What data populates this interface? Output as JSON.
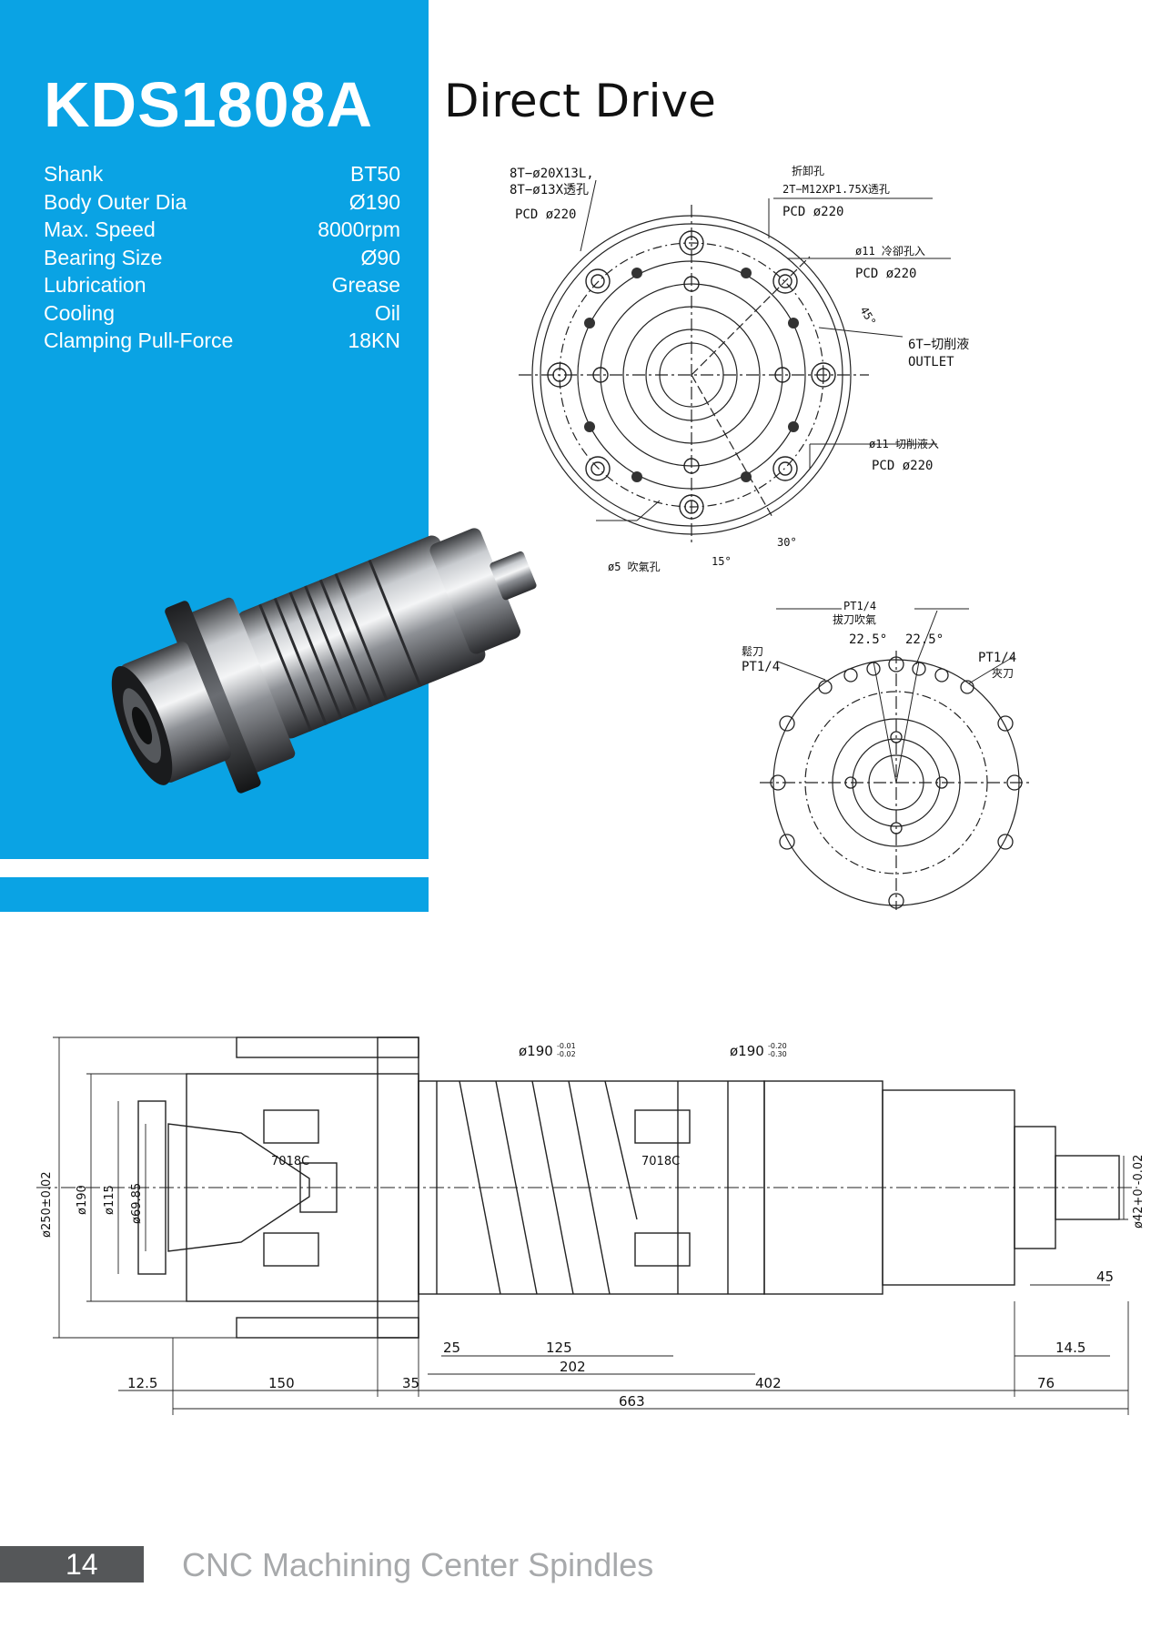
{
  "header": {
    "model": "KDS1808A",
    "subtitle": "Direct Drive"
  },
  "specs": [
    {
      "label": "Shank",
      "value": "BT50"
    },
    {
      "label": "Body Outer Dia",
      "value": "Ø190"
    },
    {
      "label": "Max. Speed",
      "value": "8000rpm"
    },
    {
      "label": "Bearing Size",
      "value": "Ø90"
    },
    {
      "label": "Lubrication",
      "value": "Grease"
    },
    {
      "label": "Cooling",
      "value": "Oil"
    },
    {
      "label": "Clamping Pull-Force",
      "value": "18KN"
    }
  ],
  "front_view": {
    "callout_holes_1": "8T−ø20X13L,",
    "callout_holes_2": "8T−ø13X透孔",
    "callout_pcd_a": "PCD ø220",
    "callout_disassembly_title": "折卸孔",
    "callout_disassembly": "2T−M12XP1.75X透孔",
    "callout_pcd_b": "PCD ø220",
    "callout_coolant_in": "ø11 冷卻孔入",
    "callout_pcd_c": "PCD ø220",
    "callout_angle_45": "45°",
    "callout_outlet_cn": "6T−切削液",
    "callout_outlet": "OUTLET",
    "callout_cutting_in": "ø11 切削液入",
    "callout_pcd_d": "PCD ø220",
    "callout_angle_30": "30°",
    "callout_angle_15": "15°",
    "callout_air": "ø5 吹氣孔"
  },
  "rear_view": {
    "pt_top_1": "PT1/4",
    "pt_top_2": "拔刀吹氣",
    "angle_left": "22.5°",
    "angle_right": "22.5°",
    "release_cn": "鬆刀",
    "release_pt": "PT1/4",
    "clamp_pt": "PT1/4",
    "clamp_cn": "夾刀"
  },
  "side_view": {
    "dia_a": "ø190",
    "dia_a_tol_upper": "-0.01",
    "dia_a_tol_lower": "-0.02",
    "dia_b": "ø190",
    "dia_b_tol_upper": "-0.20",
    "dia_b_tol_lower": "-0.30",
    "bearing_front": "7018C",
    "bearing_rear": "7018C",
    "d250": "ø250±0.02",
    "d190": "ø190",
    "d115": "ø115",
    "d6985": "ø69.85",
    "d42": "ø42+0 -0.02",
    "dim_45": "45",
    "dim_14_5": "14.5",
    "dim_25": "25",
    "dim_125": "125",
    "dim_202": "202",
    "dim_12_5": "12.5",
    "dim_150": "150",
    "dim_35": "35",
    "dim_402": "402",
    "dim_76": "76",
    "dim_663": "663"
  },
  "footer": {
    "page_number": "14",
    "title": "CNC Machining Center Spindles"
  },
  "colors": {
    "brand_blue": "#0aa3e4",
    "footer_gray": "#555759",
    "footer_text": "#a7a9ab"
  }
}
